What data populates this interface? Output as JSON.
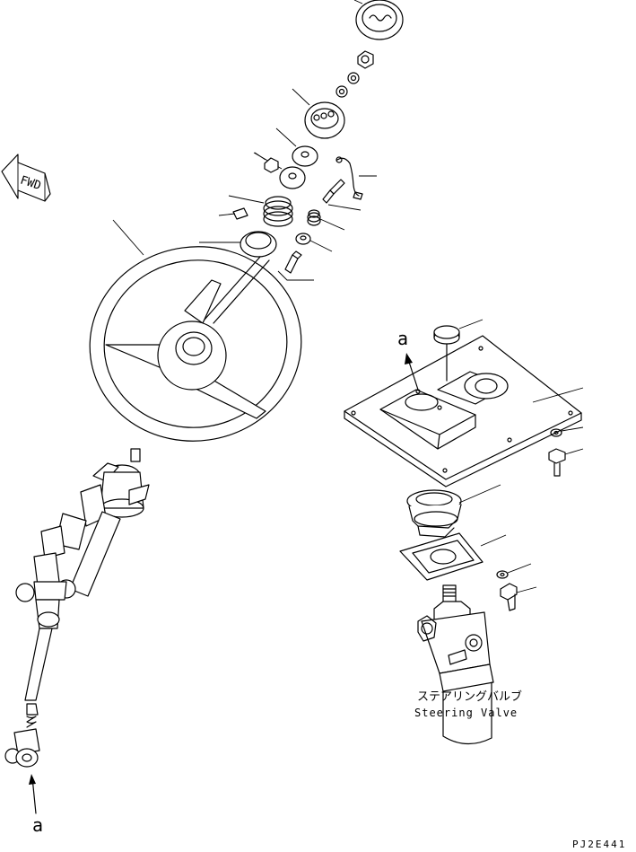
{
  "diagram": {
    "fwd_label": "FWD",
    "ref_letter_a_top": "a",
    "ref_letter_a_bottom": "a",
    "valve_label_jp": "ステアリングバルブ",
    "valve_label_en": "Steering Valve",
    "drawing_code": "PJ2E441",
    "colors": {
      "ink": "#000000",
      "paper": "#ffffff"
    }
  }
}
